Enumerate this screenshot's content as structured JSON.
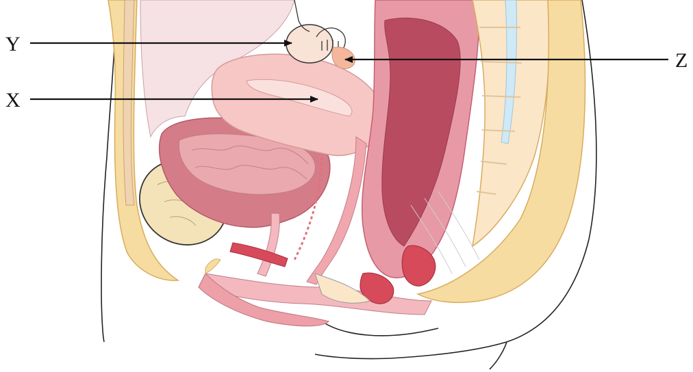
{
  "labels": {
    "x": "X",
    "y": "Y",
    "z": "Z"
  },
  "colors": {
    "fat": "#f6dca0",
    "fat_line": "#d9ab5e",
    "organ_pink": "#f3b9bf",
    "organ_deep": "#d86f7d",
    "organ_dark": "#c0566a",
    "cavity": "#f6e1e4",
    "bone": "#fbe6c8",
    "spinal": "#cfe9f6",
    "muscle_red": "#d64a5a",
    "bladder_wall": "#e8939d",
    "ink": "#111111"
  }
}
